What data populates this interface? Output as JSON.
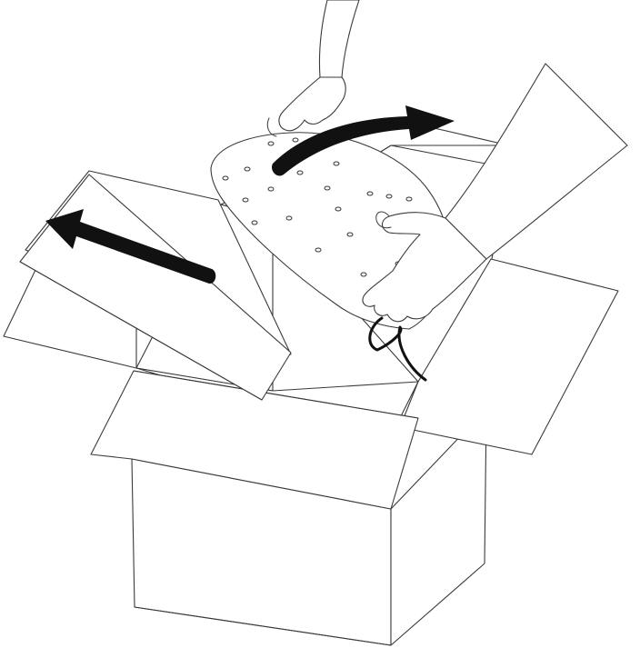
{
  "illustration": {
    "arrow_color": "#111111",
    "line_color": "#3a3a3a",
    "background_color": "#ffffff",
    "icons": [
      "cardboard-box",
      "loose-panel",
      "perforated-shell",
      "hands",
      "curved-arrow",
      "straight-arrow",
      "cord"
    ]
  }
}
